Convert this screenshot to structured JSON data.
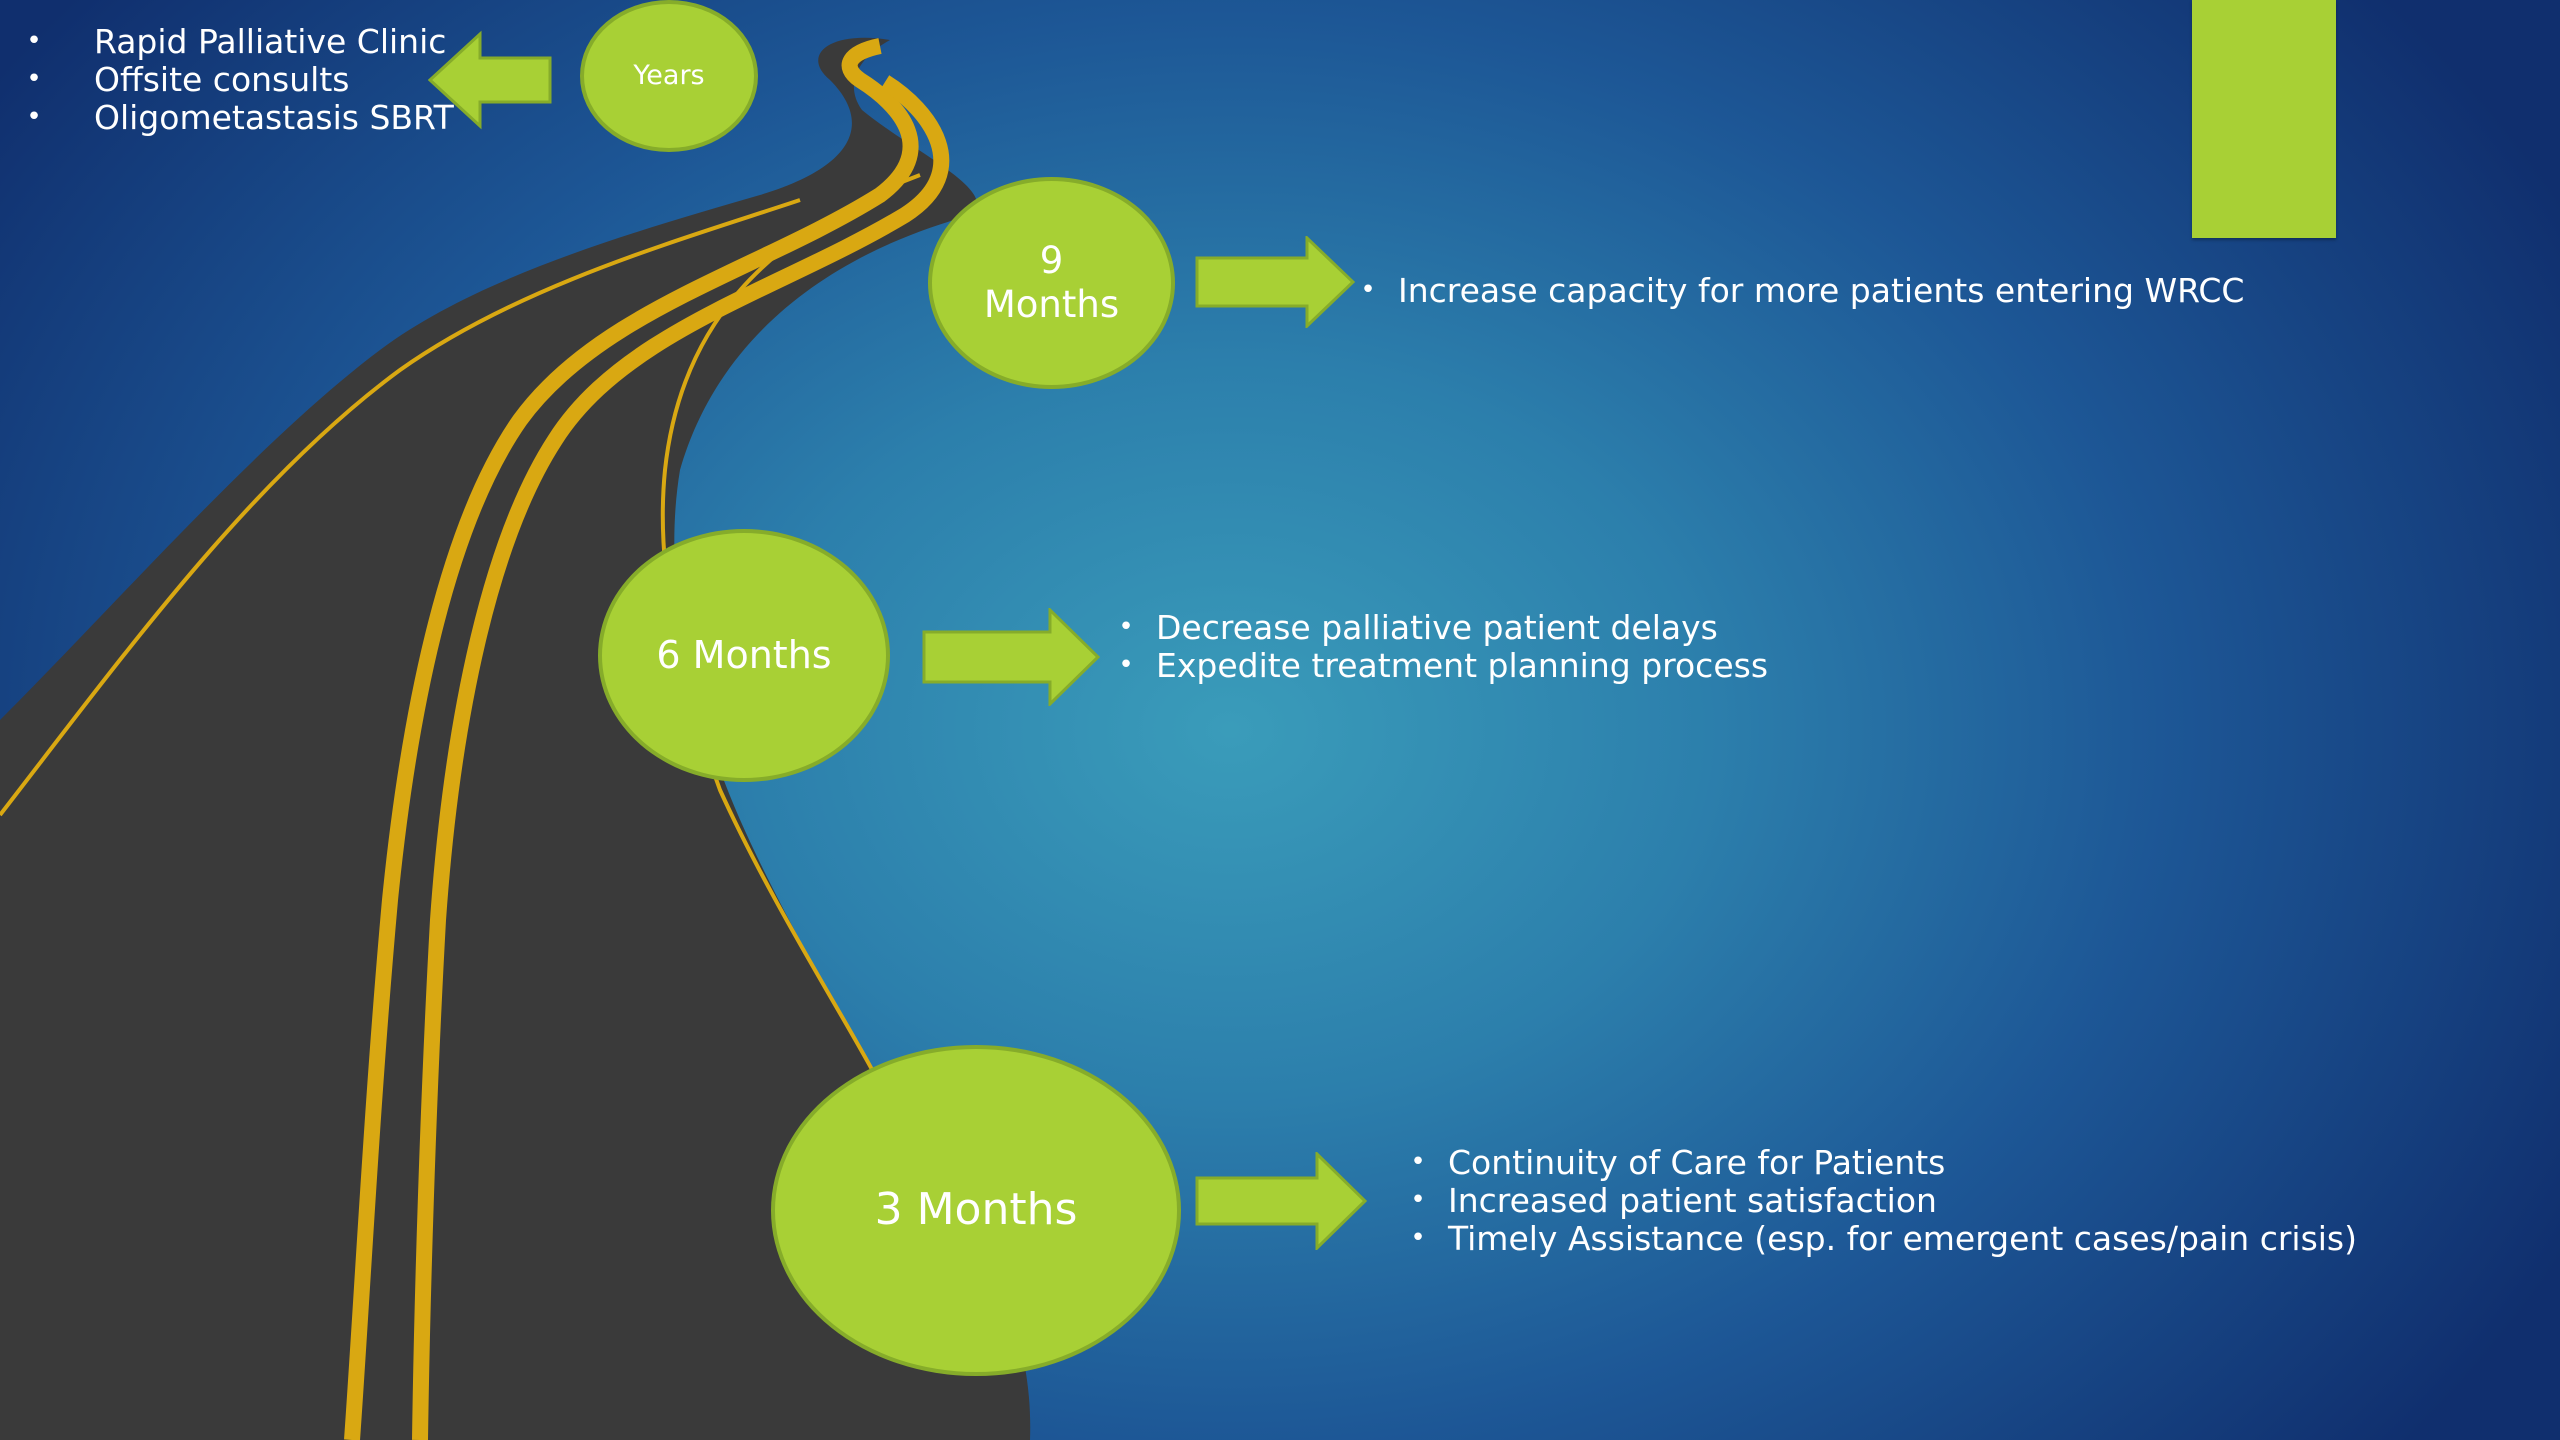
{
  "milestones": {
    "years": {
      "label": "Years",
      "bullets": [
        "Rapid Palliative Clinic",
        "Offsite consults",
        "Oligometastasis SBRT"
      ]
    },
    "nine_months": {
      "label_line1": "9",
      "label_line2": "Months",
      "bullets": [
        "Increase capacity for more patients entering WRCC"
      ]
    },
    "six_months": {
      "label": "6 Months",
      "bullets": [
        "Decrease palliative patient delays",
        "Expedite treatment planning process"
      ]
    },
    "three_months": {
      "label": "3 Months",
      "bullets": [
        "Continuity of Care for Patients",
        "Increased patient satisfaction",
        "Timely Assistance (esp. for emergent cases/pain crisis)"
      ]
    }
  },
  "bullet_glyph": "•",
  "colors": {
    "accent_green": "#a8d035",
    "road_asphalt": "#3a3a3a",
    "road_line_yellow": "#d9a812",
    "background_center": "#3a9cba",
    "background_edge": "#102f6e"
  },
  "icons": {
    "arrow": "arrow-right-icon",
    "road": "winding-road-icon"
  }
}
